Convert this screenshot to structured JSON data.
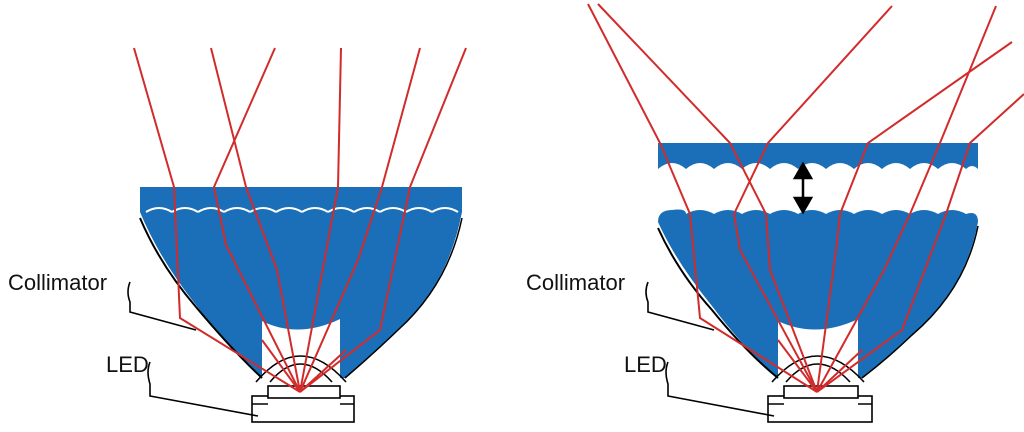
{
  "labels": {
    "collimator": "Collimator",
    "led": "LED"
  },
  "colors": {
    "lens_blue": "#1a6fb8",
    "ray_red": "#d22b2b",
    "outline": "#000000"
  },
  "icons": {
    "gap_arrow": "double-headed-vertical-arrow"
  }
}
